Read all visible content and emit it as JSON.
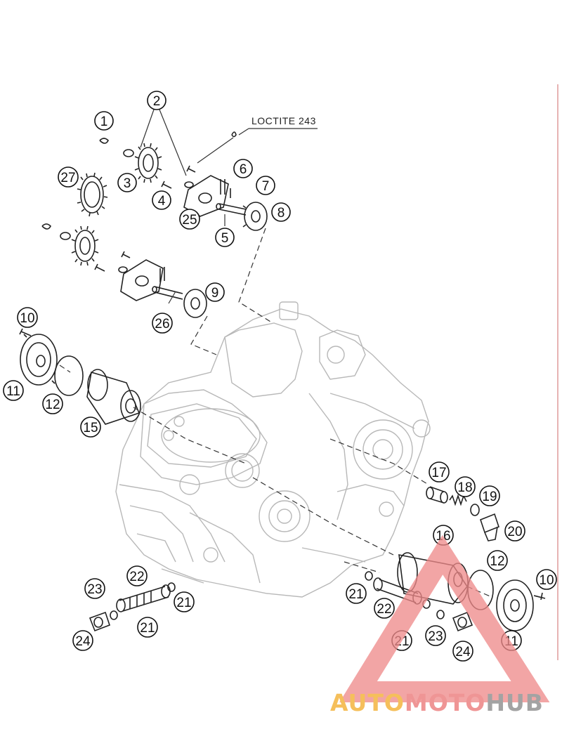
{
  "loctite_label": "LOCTITE 243",
  "callouts": [
    {
      "id": "c1",
      "text": "1"
    },
    {
      "id": "c2",
      "text": "2"
    },
    {
      "id": "c3",
      "text": "3"
    },
    {
      "id": "c4",
      "text": "4"
    },
    {
      "id": "c5",
      "text": "5"
    },
    {
      "id": "c6",
      "text": "6"
    },
    {
      "id": "c7",
      "text": "7"
    },
    {
      "id": "c8",
      "text": "8"
    },
    {
      "id": "c9",
      "text": "9"
    },
    {
      "id": "c10a",
      "text": "10"
    },
    {
      "id": "c10b",
      "text": "10"
    },
    {
      "id": "c11a",
      "text": "11"
    },
    {
      "id": "c11b",
      "text": "11"
    },
    {
      "id": "c12a",
      "text": "12"
    },
    {
      "id": "c12b",
      "text": "12"
    },
    {
      "id": "c15",
      "text": "15"
    },
    {
      "id": "c16",
      "text": "16"
    },
    {
      "id": "c17",
      "text": "17"
    },
    {
      "id": "c18",
      "text": "18"
    },
    {
      "id": "c19",
      "text": "19"
    },
    {
      "id": "c20",
      "text": "20"
    },
    {
      "id": "c21a",
      "text": "21"
    },
    {
      "id": "c21b",
      "text": "21"
    },
    {
      "id": "c21c",
      "text": "21"
    },
    {
      "id": "c21d",
      "text": "21"
    },
    {
      "id": "c22a",
      "text": "22"
    },
    {
      "id": "c22b",
      "text": "22"
    },
    {
      "id": "c23a",
      "text": "23"
    },
    {
      "id": "c23b",
      "text": "23"
    },
    {
      "id": "c24a",
      "text": "24"
    },
    {
      "id": "c24b",
      "text": "24"
    },
    {
      "id": "c25",
      "text": "25"
    },
    {
      "id": "c26",
      "text": "26"
    },
    {
      "id": "c27",
      "text": "27"
    }
  ],
  "watermark": {
    "part1": "AUTO",
    "part2": "MOTO",
    "part3": "HUB",
    "color_orange": "#f5b94a",
    "color_red": "#ee8a8a",
    "color_gray": "#9a9a9a"
  }
}
